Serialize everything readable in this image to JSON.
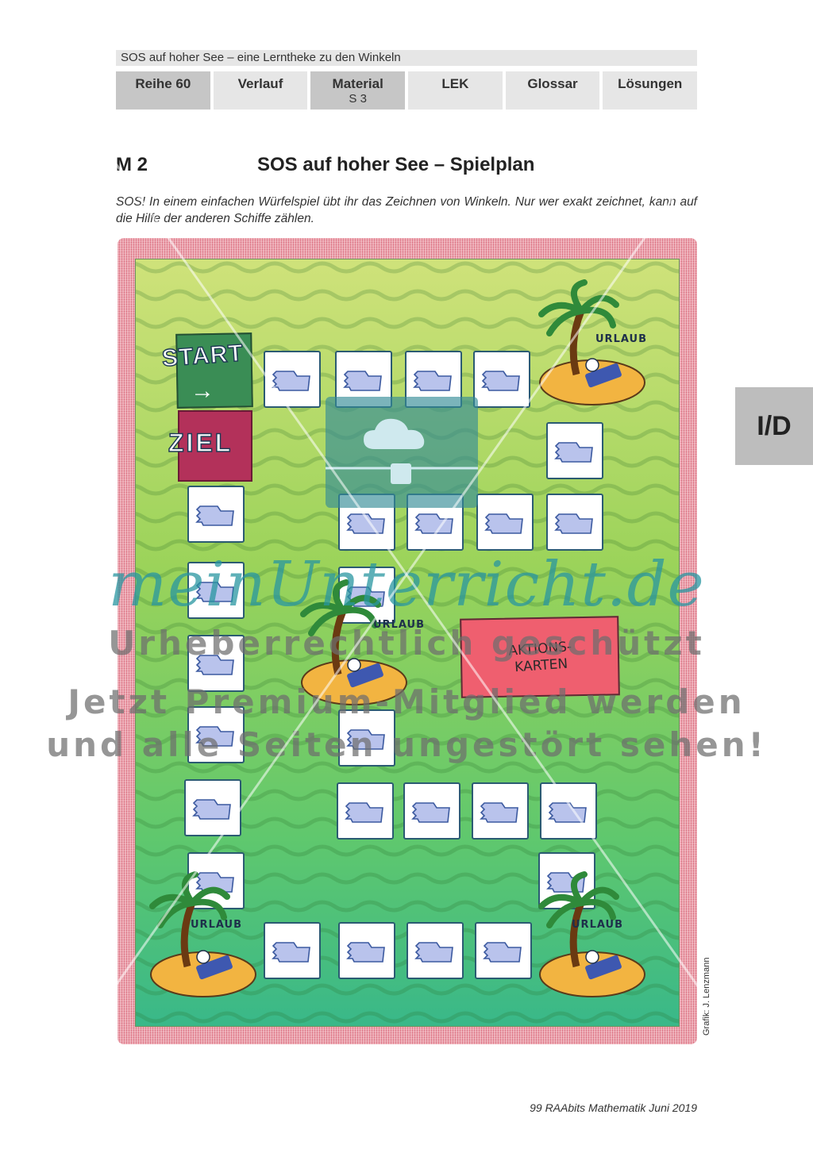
{
  "header": {
    "series_title": "SOS auf hoher See – eine Lerntheke zu den Winkeln",
    "tabs": [
      {
        "label": "Reihe 60",
        "sub": ""
      },
      {
        "label": "Verlauf",
        "sub": ""
      },
      {
        "label": "Material",
        "sub": "S 3"
      },
      {
        "label": "LEK",
        "sub": ""
      },
      {
        "label": "Glossar",
        "sub": ""
      },
      {
        "label": "Lösungen",
        "sub": ""
      }
    ],
    "side_tab": "I/D"
  },
  "material": {
    "label": "M 2",
    "title": "SOS auf hoher See – Spielplan",
    "intro": "SOS! In einem einfachen Würfelspiel übt ihr das Zeichnen von Winkeln. Nur wer exakt zeichnet, kann auf die Hilfe der anderen Schiffe zählen."
  },
  "board": {
    "start": "START",
    "start_arrow": "→",
    "ziel": "ZIEL",
    "aktion_line1": "AKTIONS-",
    "aktion_line2": "KARTEN",
    "urlaub": "URLAUB",
    "colors": {
      "frame": "#f1b6c0",
      "sea_top": "#cfe27a",
      "sea_bottom": "#39b889",
      "field_border": "#2b5b72",
      "ship": "#b9c3ec"
    }
  },
  "watermark": {
    "brand": "meinUnterricht.de",
    "line1": "Urheberrechtlich geschützt",
    "line2": "Jetzt Premium-Mitglied werden",
    "line3": "und alle Seiten ungestört sehen!"
  },
  "credit": "Grafik: J. Lenzmann",
  "footer": "99 RAAbits Mathematik Juni 2019"
}
